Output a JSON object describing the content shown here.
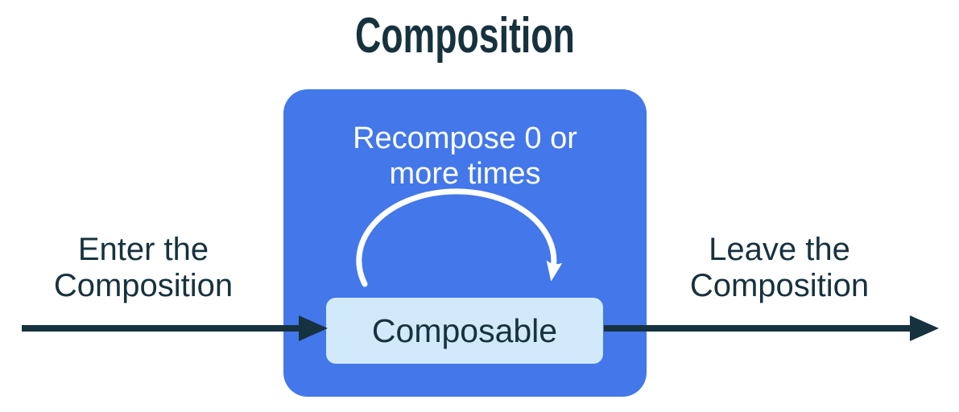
{
  "colors": {
    "bg": "#ffffff",
    "dark": "#16323e",
    "blue": "#4377ea",
    "light-blue": "#d2e9fb",
    "white": "#ffffff"
  },
  "title": "Composition",
  "diagram": {
    "enter_label": "Enter the\nComposition",
    "leave_label": "Leave the\nComposition",
    "recompose_label": "Recompose 0 or\nmore times",
    "composable_label": "Composable",
    "icons": {
      "enter_arrow": "right-arrow-icon",
      "leave_arrow": "right-arrow-icon",
      "recompose_arc": "clockwise-arc-arrow-icon"
    }
  }
}
